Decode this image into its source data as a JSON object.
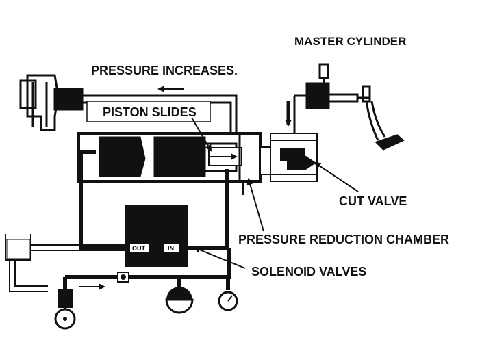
{
  "labels": {
    "master_cylinder": "MASTER CYLINDER",
    "pressure_increases": "PRESSURE INCREASES.",
    "piston_slides": "PISTON SLIDES",
    "cut_valve": "CUT VALVE",
    "pressure_reduction_chamber": "PRESSURE REDUCTION CHAMBER",
    "solenoid_valves": "SOLENOID VALVES",
    "out": "OUT",
    "in": "IN"
  },
  "colors": {
    "ink": "#111111",
    "paper": "#ffffff"
  }
}
